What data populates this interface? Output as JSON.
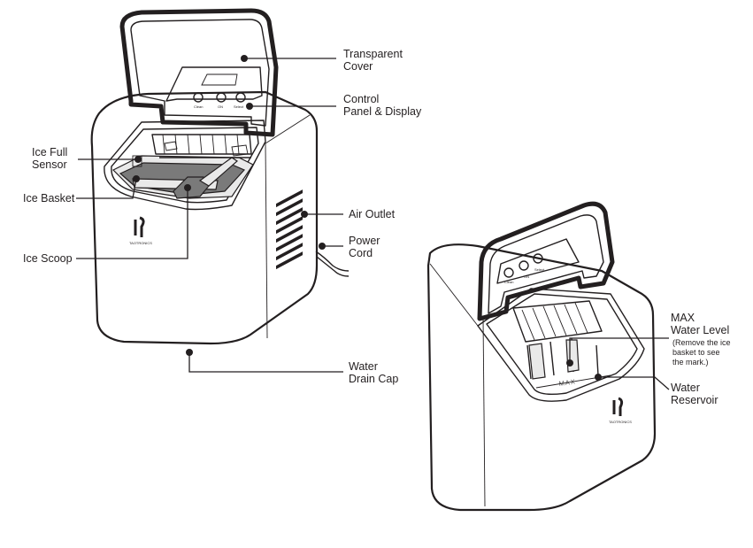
{
  "labels": {
    "transparent_cover": [
      "Transparent",
      "Cover"
    ],
    "control_panel": [
      "Control",
      "Panel & Display"
    ],
    "ice_full_sensor": [
      "Ice Full",
      "Sensor"
    ],
    "ice_basket": "Ice Basket",
    "air_outlet": "Air Outlet",
    "power_cord": [
      "Power",
      "Cord"
    ],
    "ice_scoop": "Ice Scoop",
    "water_drain_cap": [
      "Water",
      "Drain Cap"
    ],
    "max_water_level": [
      "MAX",
      "Water Level"
    ],
    "max_note": [
      "(Remove the ice",
      "basket to see",
      "the mark.)"
    ],
    "water_reservoir": [
      "Water",
      "Reservoir"
    ]
  },
  "panel_buttons": [
    "Clean",
    "ON",
    "Select"
  ],
  "max_mark": "MAX",
  "brand_mark": "TAOTRONICS",
  "colors": {
    "line": "#231f20",
    "fill": "#ffffff",
    "accent_grey": "#7a7a7a"
  }
}
